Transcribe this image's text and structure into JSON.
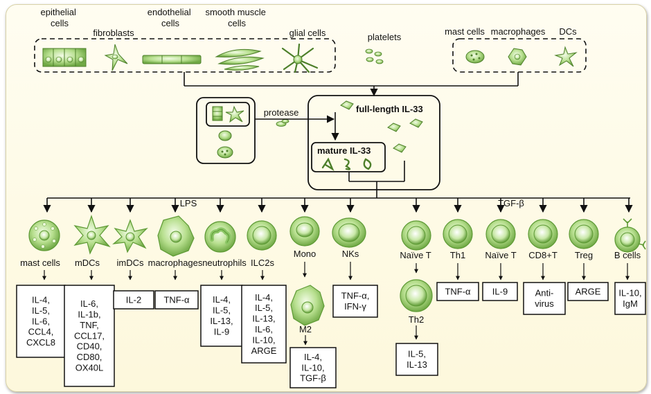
{
  "sources": {
    "epithelial": [
      "epithelial",
      "cells"
    ],
    "fibroblasts": "fibroblasts",
    "endothelial": [
      "endothelial",
      "cells"
    ],
    "smooth_muscle": [
      "smooth muscle",
      "cells"
    ],
    "glial": "glial cells",
    "platelets": "platelets",
    "mast": "mast cells",
    "macrophages": "macrophages",
    "dcs": "DCs"
  },
  "process": {
    "protease": "protease",
    "full_length": "full-length IL-33",
    "mature": "mature IL-33"
  },
  "modifiers": {
    "lps": "LPS",
    "tgfb": "TGF-β"
  },
  "targets": {
    "mast": "mast cells",
    "mdcs": "mDCs",
    "imdcs": "imDCs",
    "macrophages": "macrophages",
    "neutrophils": "neutrophils",
    "ilc2s": "ILC2s",
    "mono": "Mono",
    "m2": "M2",
    "nks": "NKs",
    "naive_t1": "Naïve T",
    "th2": "Th2",
    "th1": "Th1",
    "naive_t2": "Naïve T",
    "cd8": "CD8+T",
    "treg": "Treg",
    "bcells": "B cells"
  },
  "outputs": {
    "mast": [
      "IL-4,",
      "IL-5,",
      "IL-6,",
      "CCL4,",
      "CXCL8"
    ],
    "mdcs": [
      "IL-6,",
      "IL-1b,",
      "TNF,",
      "CCL17,",
      "CD40,",
      "CD80,",
      "OX40L"
    ],
    "imdcs": [
      "IL-2"
    ],
    "macrophages": [
      "TNF-α"
    ],
    "neutrophils": [
      "IL-4,",
      "IL-5,",
      "IL-13,",
      "IL-9"
    ],
    "ilc2s": [
      "IL-4,",
      "IL-5,",
      "IL-13,",
      "IL-6,",
      "IL-10,",
      "ARGE"
    ],
    "m2": [
      "IL-4,",
      "IL-10,",
      "TGF-β"
    ],
    "nks": [
      "TNF-α,",
      "IFN-γ"
    ],
    "th2": [
      "IL-5,",
      "IL-13"
    ],
    "th1": [
      "TNF-α"
    ],
    "naive_t2": [
      "IL-9"
    ],
    "cd8": [
      "Anti-",
      "virus"
    ],
    "treg": [
      "ARGE"
    ],
    "bcells": [
      "IL-10,",
      "IgM"
    ]
  },
  "colors": {
    "cell_fill": "#b7df8e",
    "cell_dark": "#5e9a35",
    "panel_bg": "#fdf8dc",
    "line": "#111111"
  }
}
